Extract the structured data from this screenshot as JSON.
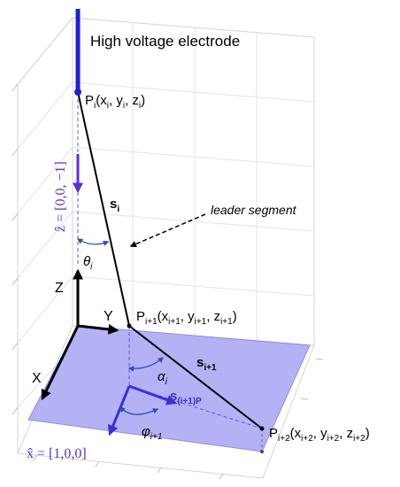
{
  "title": "High voltage electrode",
  "annotation": "leader segment",
  "axes": {
    "z": "Z",
    "y": "Y",
    "x": "X"
  },
  "points": {
    "pi": {
      "base": "P",
      "sub": "i",
      "open": "(x",
      "c1": ", y",
      "c2": ", z",
      "close": ")"
    },
    "pi1": {
      "base": "P",
      "sub": "i+1",
      "open": "(x",
      "c1": ", y",
      "c2": ", z",
      "close": ")"
    },
    "pi2": {
      "base": "P",
      "sub": "i+2",
      "open": "(x",
      "c1": ", y",
      "c2": ", z",
      "close": ")"
    }
  },
  "segments": {
    "si": {
      "base": "s",
      "sub": "i"
    },
    "si1": {
      "base": "s",
      "sub": "i+1"
    },
    "sproj": {
      "base": "s",
      "sub": "(i+1)P"
    }
  },
  "angles": {
    "theta": {
      "base": "θ",
      "sub": "i"
    },
    "alpha": {
      "base": "α",
      "sub": "i"
    },
    "phi": {
      "base": "φ",
      "sub": "i+1"
    }
  },
  "vectors": {
    "zhat": "ẑ = [0,0, −1]",
    "xhat": "x̂ = [1,0,0]"
  },
  "colors": {
    "plane": "#a7a4f2",
    "electrode": "#1f1fd6",
    "vector_arrow": "#5b2fd8",
    "projection_arrow": "#3b2fd8",
    "angle_arc": "#2a4fb5"
  }
}
